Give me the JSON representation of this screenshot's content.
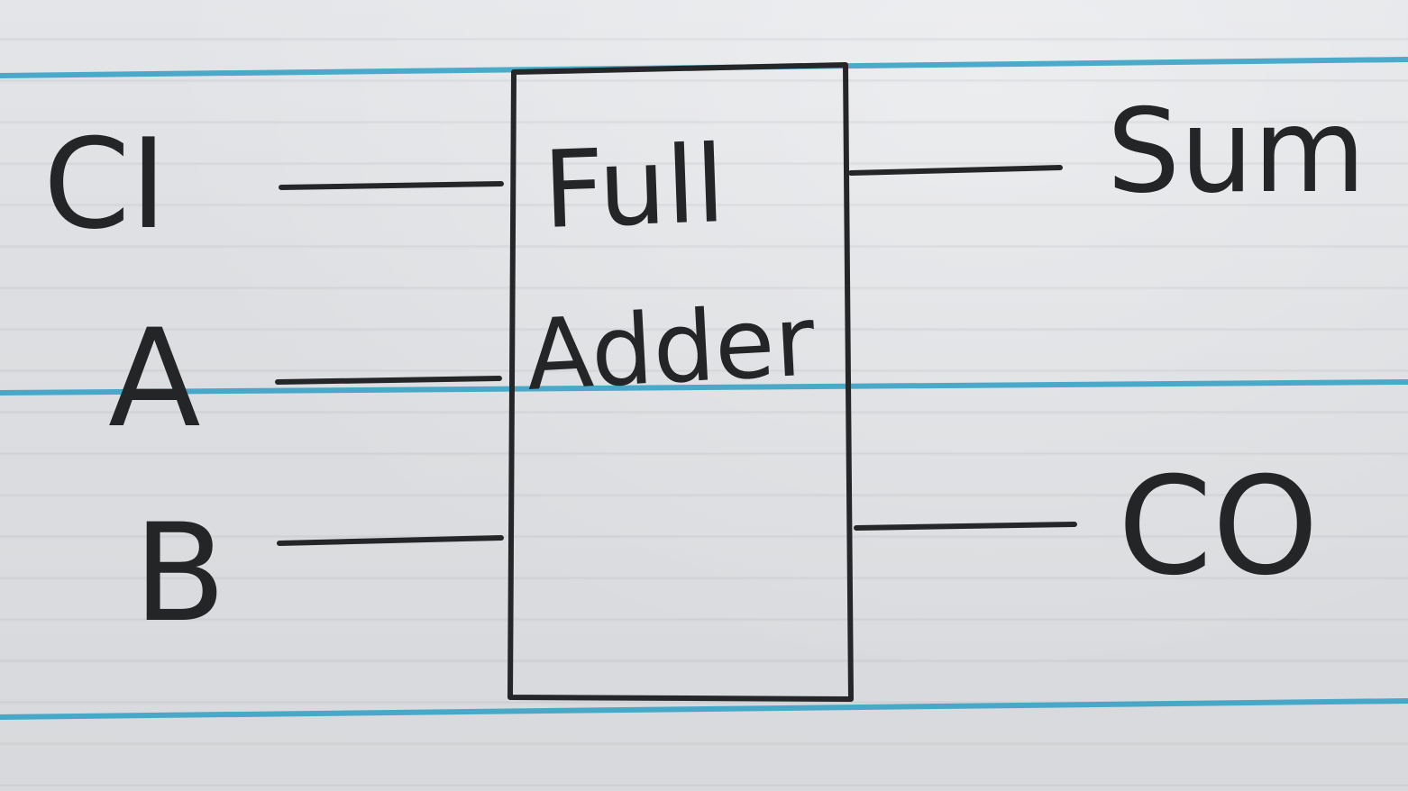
{
  "diagram": {
    "block": {
      "label_line1": "Full",
      "label_line2": "Adder"
    },
    "inputs": [
      {
        "label": "CI"
      },
      {
        "label": "A"
      },
      {
        "label": "B"
      }
    ],
    "outputs": [
      {
        "label": "Sum"
      },
      {
        "label": "CO"
      }
    ]
  },
  "colors": {
    "paper": "#dcdee1",
    "ruled_line": "#2f9fc3",
    "ink": "#252628"
  }
}
